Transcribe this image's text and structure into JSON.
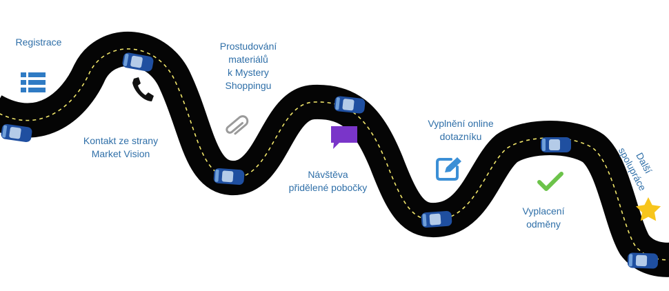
{
  "steps": [
    {
      "lines": [
        "Registrace"
      ],
      "icon": "list-icon"
    },
    {
      "lines": [
        "Kontakt ze strany",
        "Market Vision"
      ],
      "icon": "phone-icon"
    },
    {
      "lines": [
        "Prostudování",
        "materiálů",
        "k Mystery",
        "Shoppingu"
      ],
      "icon": "paperclip-icon"
    },
    {
      "lines": [
        "Návštěva",
        "přidělené pobočky"
      ],
      "icon": "chat-bubble-icon"
    },
    {
      "lines": [
        "Vyplnění online",
        "dotazníku"
      ],
      "icon": "edit-icon"
    },
    {
      "lines": [
        "Vyplacení",
        "odměny"
      ],
      "icon": "checkmark-icon"
    },
    {
      "lines": [
        "Další",
        "spolupráce"
      ],
      "icon": "star-icon"
    }
  ],
  "colors": {
    "road": "#050505",
    "dash": "#f2e76a",
    "label": "#2f6fa8",
    "list_icon": "#2f7bc4",
    "phone_icon": "#111111",
    "paperclip_icon": "#9a9a9a",
    "chat_icon": "#7a35c9",
    "edit_icon": "#3b8fd6",
    "check_icon": "#6cc34a",
    "star_icon": "#f7c51c",
    "car_body": "#1f4fa0"
  }
}
